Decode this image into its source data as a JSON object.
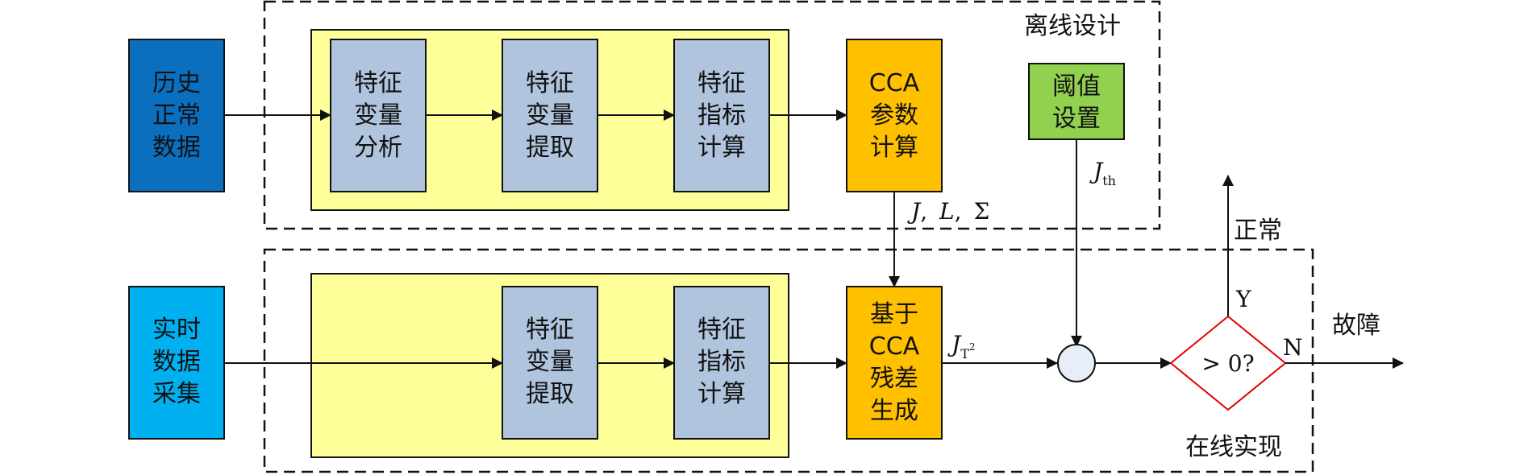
{
  "colors": {
    "historical_box": "#0B6FBF",
    "realtime_box": "#00B0F0",
    "panel": "#FFFF99",
    "process_box": "#B0C4DE",
    "cca_box": "#FFC000",
    "threshold_box": "#92D050",
    "decision": "#E00000",
    "summing_node": "#E8EEF8"
  },
  "regions": {
    "offline_label": "离线设计",
    "online_label": "在线实现"
  },
  "offline": {
    "history_data": [
      "历史",
      "正常",
      "数据"
    ],
    "feature_analysis": [
      "特征",
      "变量",
      "分析"
    ],
    "feature_extraction": [
      "特征",
      "变量",
      "提取"
    ],
    "feature_index": [
      "特征",
      "指标",
      "计算"
    ],
    "cca_params": [
      "CCA",
      "参数",
      "计算"
    ],
    "threshold": [
      "阈值",
      "设置"
    ]
  },
  "online": {
    "realtime_data": [
      "实时",
      "数据",
      "采集"
    ],
    "feature_extraction": [
      "特征",
      "变量",
      "提取"
    ],
    "feature_index": [
      "特征",
      "指标",
      "计算"
    ],
    "residual": [
      "基于",
      "CCA",
      "残差",
      "生成"
    ]
  },
  "signals": {
    "params_J": "J",
    "params_sep1": ",",
    "params_L": "L",
    "params_sep2": ",",
    "params_sigma": "Σ",
    "threshold_main": "J",
    "threshold_sub": "th",
    "stat_main": "J",
    "stat_sub": "T",
    "stat_sup": "2"
  },
  "decision": {
    "condition": "> 0?",
    "yes": "Y",
    "no": "N",
    "normal": "正常",
    "fault": "故障"
  }
}
